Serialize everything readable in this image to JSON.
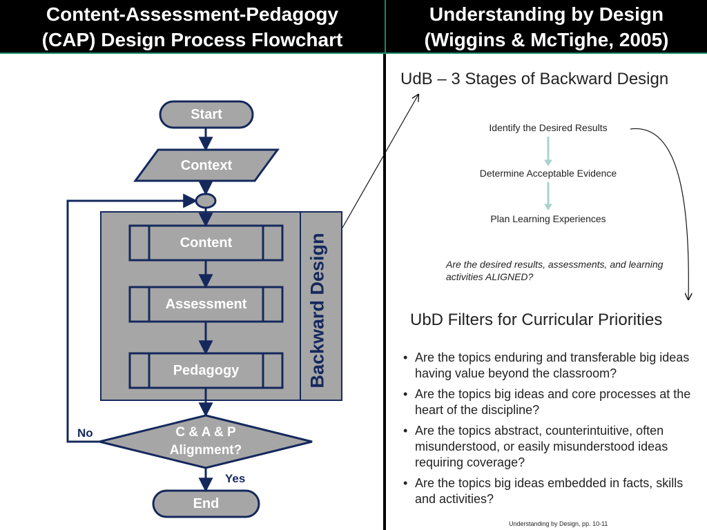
{
  "header": {
    "left_line1": "Content-Assessment-Pedagogy",
    "left_line2": "(CAP) Design Process Flowchart",
    "right_line1": "Understanding by Design",
    "right_line2": "(Wiggins & McTighe, 2005)"
  },
  "flowchart": {
    "start": "Start",
    "context": "Context",
    "content": "Content",
    "assessment": "Assessment",
    "pedagogy": "Pedagogy",
    "decision_line1": "C & A & P",
    "decision_line2": "Alignment?",
    "no": "No",
    "yes": "Yes",
    "end": "End",
    "backward_design": "Backward  Design"
  },
  "udb": {
    "title": "UdB – 3 Stages of Backward Design",
    "stage1": "Identify the Desired Results",
    "stage2": "Determine Acceptable Evidence",
    "stage3": "Plan Learning Experiences",
    "aligned_question": "Are the desired results, assessments, and learning activities ALIGNED?"
  },
  "filters": {
    "title": "UbD Filters for Curricular Priorities",
    "items": [
      "Are the topics enduring and transferable big ideas having value beyond the classroom?",
      "Are the topics big ideas and core processes at the heart of the discipline?",
      "Are the topics abstract, counterintuitive, often misunderstood, or easily misunderstood ideas requiring coverage?",
      "Are the topics big ideas embedded in facts, skills and activities?"
    ]
  },
  "citation": "Understanding by Design, pp. 10-11",
  "colors": {
    "shape_fill": "#a6a6a6",
    "shape_stroke": "#14285c",
    "header_bg": "#000000",
    "header_border": "#1a8a6a",
    "stage_arrow": "#a9d3cc"
  }
}
